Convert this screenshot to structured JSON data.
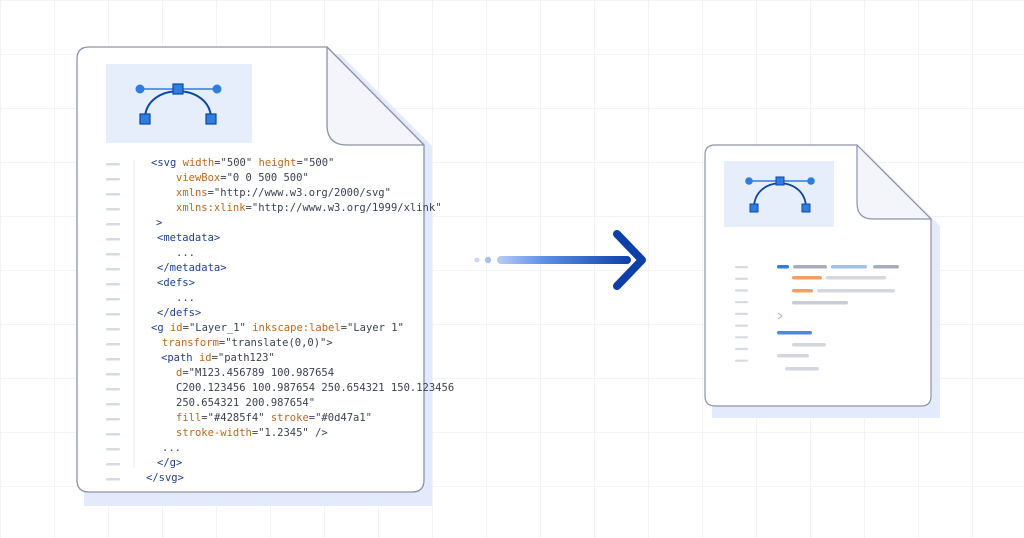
{
  "code": {
    "line1": {
      "open": "<svg",
      "a1": "width",
      "v1": "=\"500\"",
      "a2": "height",
      "v2": "=\"500\""
    },
    "line2": {
      "attr": "viewBox",
      "val": "=\"0 0 500 500\""
    },
    "line3": {
      "attr": "xmlns",
      "val": "=\"http://www.w3.org/2000/svg\""
    },
    "line4": {
      "attr": "xmlns:xlink",
      "val": "=\"http://www.w3.org/1999/xlink\""
    },
    "line5": ">",
    "line6": "<metadata>",
    "line7": "...",
    "line8": "</metadata>",
    "line9": "<defs>",
    "line10": "...",
    "line11": "</defs>",
    "line12": {
      "open": "<g",
      "a1": "id",
      "v1": "=\"Layer_1\"",
      "a2": "inkscape:label",
      "v2": "=\"Layer 1\""
    },
    "line13": {
      "attr": "transform",
      "val": "=\"translate(0,0)\">"
    },
    "line14": {
      "open": "<path",
      "a1": "id",
      "v1": "=\"path123\""
    },
    "line15": {
      "attr": "d",
      "val": "=\"M123.456789 100.987654"
    },
    "line16": "C200.123456 100.987654 250.654321 150.123456",
    "line17": "250.654321 200.987654\"",
    "line18": {
      "a1": "fill",
      "v1": "=\"#4285f4\"",
      "a2": "stroke",
      "v2": "=\"#0d47a1\""
    },
    "line19": {
      "attr": "stroke-width",
      "val": "=\"1.2345\" />"
    },
    "line20": "...",
    "line21": "</g>",
    "line22": "</svg>"
  },
  "colors": {
    "accent_blue": "#2f7de1",
    "arrow_dark": "#0d3fa6",
    "icon_bg": "#e6eefb",
    "page_border": "#8a93a6",
    "shadow": "#e3eafb",
    "orange": "#f0a060",
    "tag": "#1f3f8f",
    "attr": "#b56a1f"
  },
  "icons": {
    "bezier": "bezier-curve-icon",
    "arrow": "arrow-right-icon",
    "chevron": "chevron-right-icon"
  }
}
